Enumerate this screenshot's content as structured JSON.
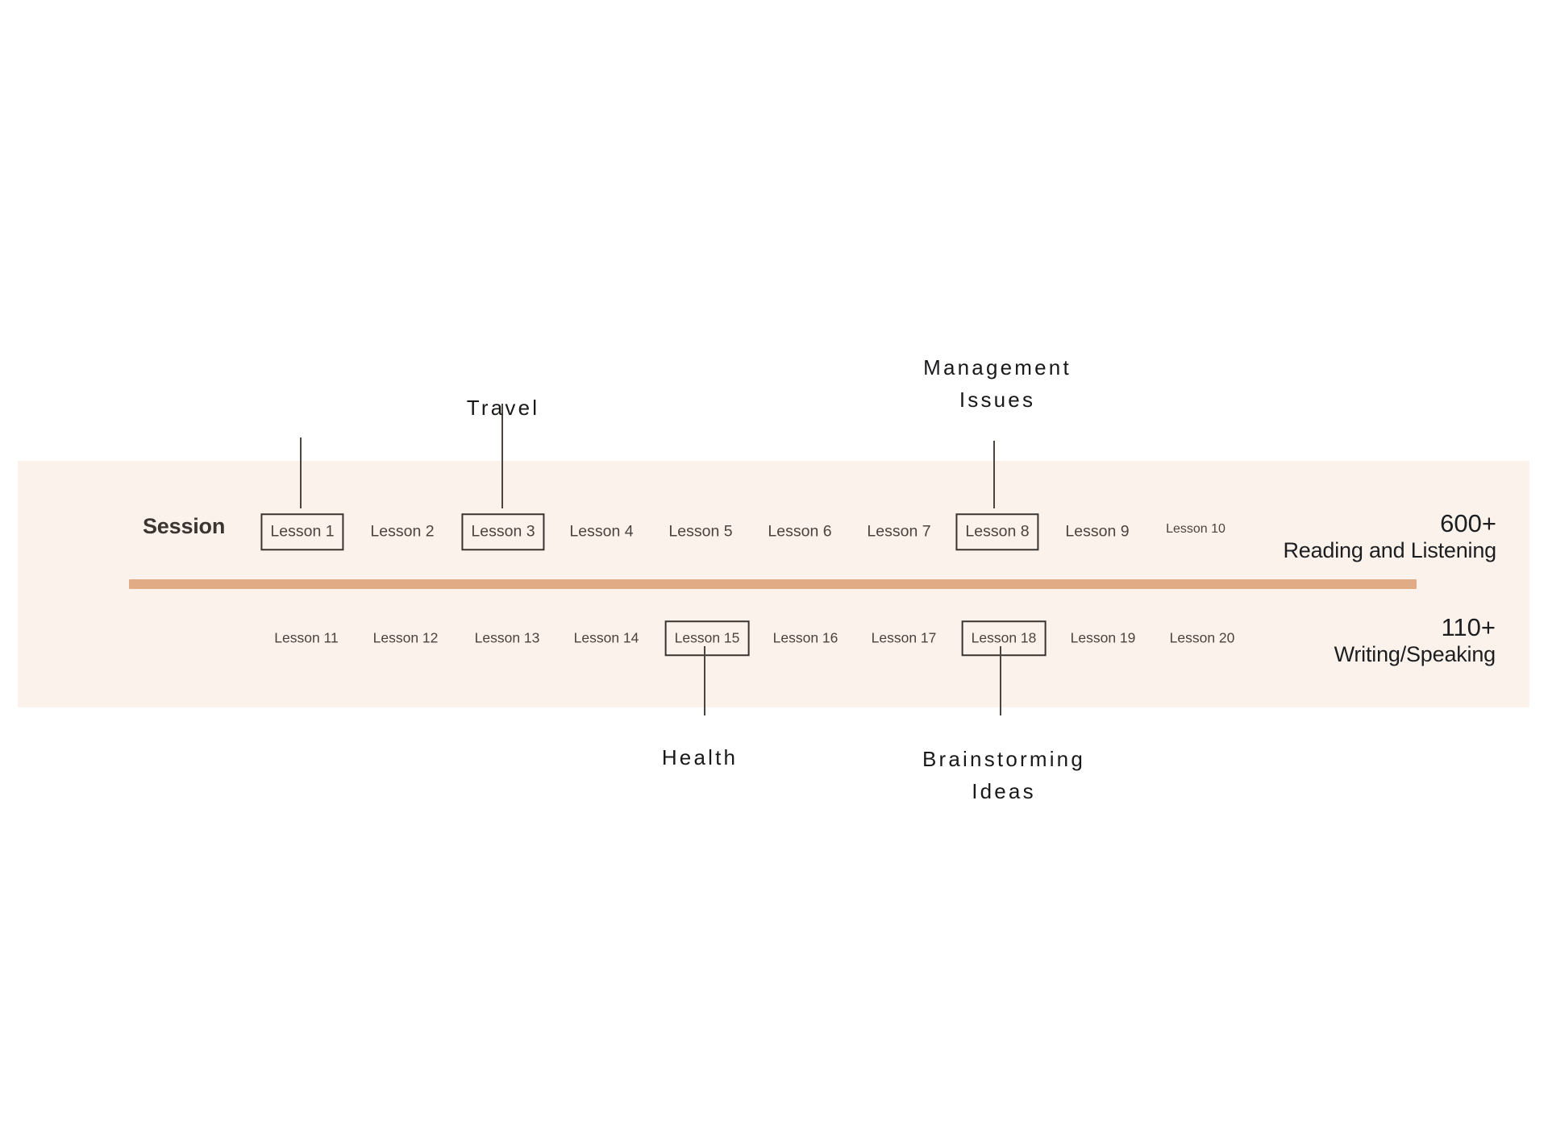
{
  "band": {
    "background_color": "#fcf2ec",
    "divider_color": "#e0ab85"
  },
  "row_label": "Session",
  "top_row": {
    "lessons": [
      {
        "label": "Lesson 1",
        "boxed": true
      },
      {
        "label": "Lesson 2",
        "boxed": false
      },
      {
        "label": "Lesson 3",
        "boxed": true
      },
      {
        "label": "Lesson 4",
        "boxed": false
      },
      {
        "label": "Lesson 5",
        "boxed": false
      },
      {
        "label": "Lesson 6",
        "boxed": false
      },
      {
        "label": "Lesson 7",
        "boxed": false
      },
      {
        "label": "Lesson 8",
        "boxed": true
      },
      {
        "label": "Lesson 9",
        "boxed": false
      },
      {
        "label": "Lesson 10",
        "boxed": false
      }
    ]
  },
  "bottom_row": {
    "lessons": [
      {
        "label": "Lesson 11",
        "boxed": false
      },
      {
        "label": "Lesson 12",
        "boxed": false
      },
      {
        "label": "Lesson 13",
        "boxed": false
      },
      {
        "label": "Lesson 14",
        "boxed": false
      },
      {
        "label": "Lesson 15",
        "boxed": true
      },
      {
        "label": "Lesson 16",
        "boxed": false
      },
      {
        "label": "Lesson 17",
        "boxed": false
      },
      {
        "label": "Lesson 18",
        "boxed": true
      },
      {
        "label": "Lesson 19",
        "boxed": false
      },
      {
        "label": "Lesson 20",
        "boxed": false
      }
    ]
  },
  "callouts": {
    "travel": "Travel",
    "management_issues_line1": "Management",
    "management_issues_line2": "Issues",
    "health": "Health",
    "brainstorming_line1": "Brainstorming",
    "brainstorming_line2": "Ideas"
  },
  "scores": {
    "top": {
      "number": "600+",
      "caption": "Reading and Listening"
    },
    "bottom": {
      "number": "110+",
      "caption": "Writing/Speaking"
    }
  }
}
